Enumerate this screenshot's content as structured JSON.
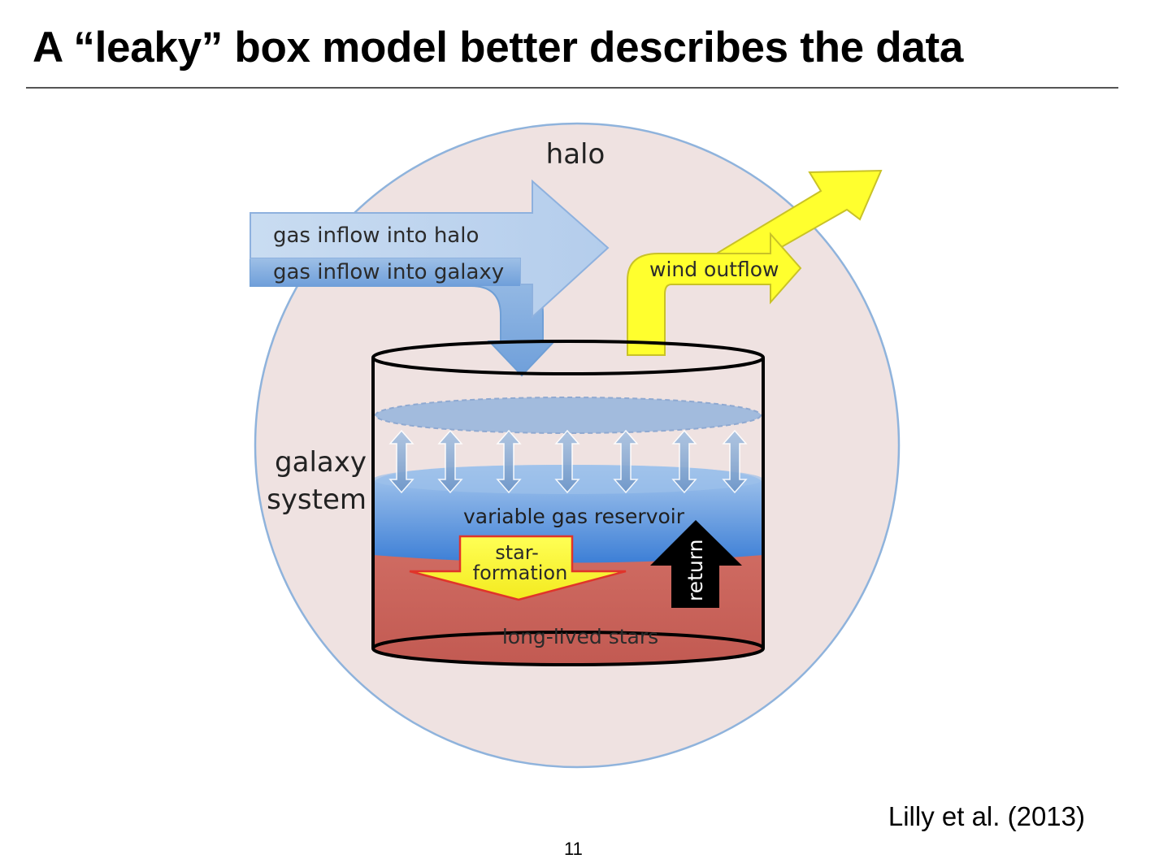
{
  "slide": {
    "title": "A “leaky” box model better describes the data",
    "citation": "Lilly et al. (2013)",
    "page_number": "11"
  },
  "diagram": {
    "halo_label": "halo",
    "inflow_halo_label": "gas inflow into halo",
    "inflow_galaxy_label": "gas inflow into galaxy",
    "wind_label": "wind outflow",
    "galaxy_label_line1": "galaxy",
    "galaxy_label_line2": "system",
    "reservoir_label": "variable gas reservoir",
    "star_formation_line1": "star-",
    "star_formation_line2": "formation",
    "return_label": "return",
    "stars_label": "long-lived stars"
  }
}
